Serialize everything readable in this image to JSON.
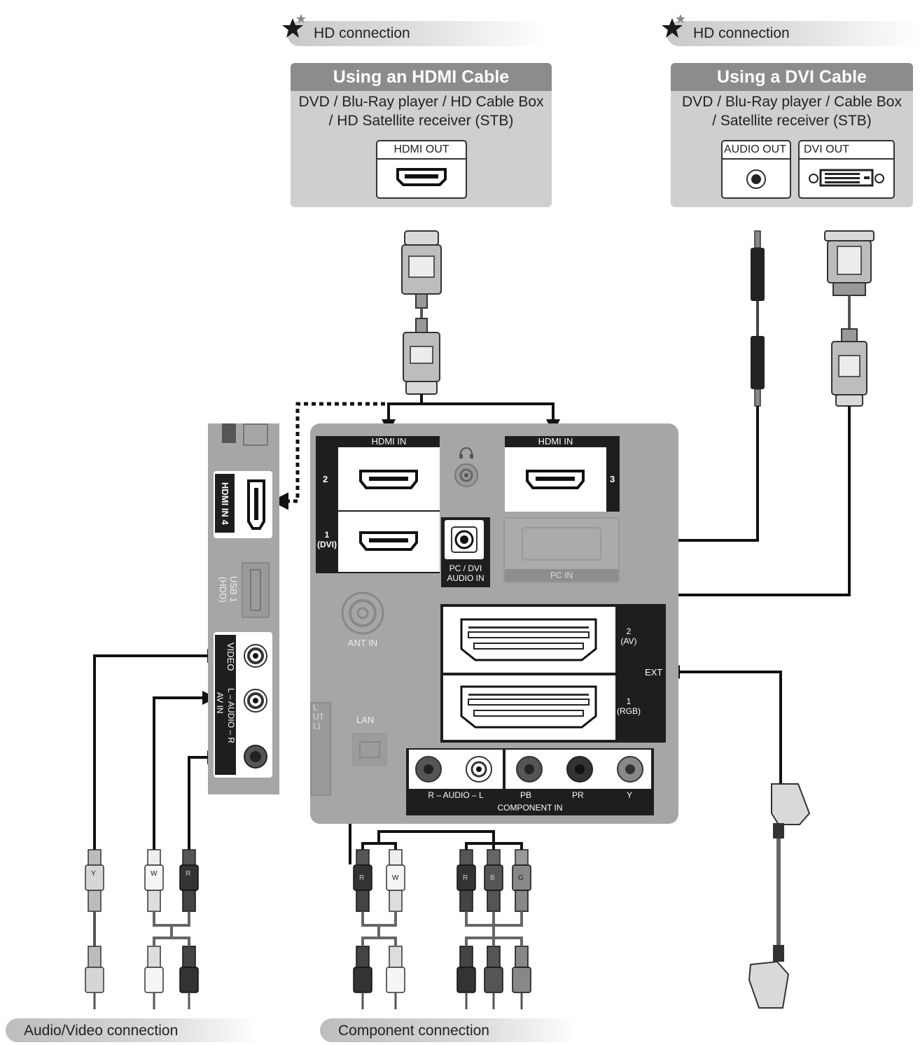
{
  "hd_connection_left": {
    "label": "HD connection"
  },
  "hd_connection_right": {
    "label": "HD connection"
  },
  "hdmi_device": {
    "title": "Using an HDMI Cable",
    "line1": "DVD / Blu-Ray player / HD Cable Box",
    "line2": "/ HD Satellite receiver (STB)",
    "port_label": "HDMI OUT"
  },
  "dvi_device": {
    "title": "Using a DVI Cable",
    "line1": "DVD / Blu-Ray player / Cable Box",
    "line2": "/ Satellite receiver (STB)",
    "audio_port_label": "AUDIO OUT",
    "dvi_port_label": "DVI OUT"
  },
  "tv_side_panel": {
    "hdmi4_label": "HDMI IN 4",
    "usb_label": "USB 1 (HDD)",
    "av_in_label": "AV IN",
    "video_label": "VIDEO",
    "audio_label": "L – AUDIO – R"
  },
  "tv_rear_panel": {
    "hdmi_in_left": "HDMI IN",
    "hdmi_in_right": "HDMI IN",
    "port_2": "2",
    "port_1_dvi": "1\n(DVI)",
    "port_3": "3",
    "pc_dvi_audio": "PC / DVI\nAUDIO IN",
    "pc_in": "PC IN",
    "ant_in": "ANT IN",
    "lan": "LAN",
    "ext": "EXT",
    "ext_2_av": "2\n(AV)",
    "ext_1_rgb": "1\n(RGB)",
    "audio_rl": "R – AUDIO – L",
    "pb": "PB",
    "pr": "PR",
    "y": "Y",
    "component_in": "COMPONENT IN",
    "side_partial": "L\nUT\nL)"
  },
  "plugs": {
    "y": "Y",
    "w": "W",
    "r": "R",
    "b": "B",
    "g": "G"
  },
  "footer": {
    "av_connection": "Audio/Video connection",
    "component_connection": "Component connection"
  }
}
